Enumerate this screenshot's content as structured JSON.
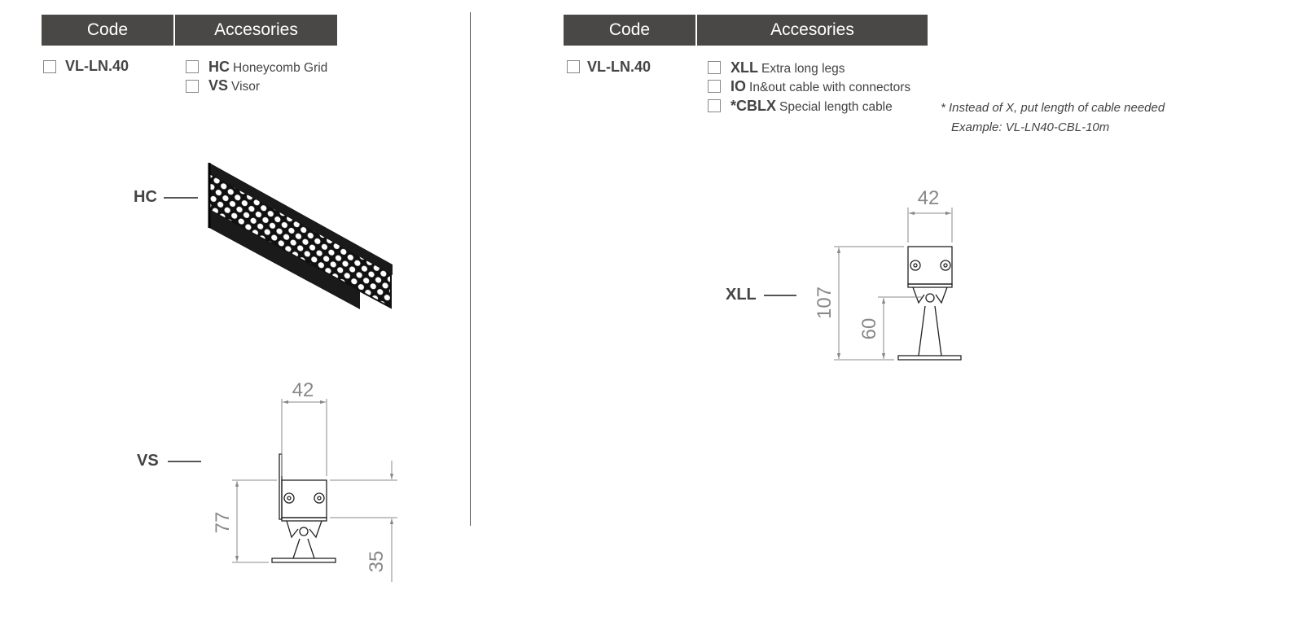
{
  "left": {
    "header": {
      "code": "Code",
      "accessories": "Accesories"
    },
    "code": "VL-LN.40",
    "accessories": [
      {
        "code": "HC",
        "label": "Honeycomb Grid"
      },
      {
        "code": "VS",
        "label": "Visor"
      }
    ],
    "figures": {
      "hc_label": "HC",
      "vs_label": "VS",
      "vs_dims": {
        "width": "42",
        "height": "77",
        "base": "35"
      }
    }
  },
  "right": {
    "header": {
      "code": "Code",
      "accessories": "Accesories"
    },
    "code": "VL-LN.40",
    "accessories": [
      {
        "code": "XLL",
        "label": "Extra long legs"
      },
      {
        "code": "IO",
        "label": "In&out cable with connectors"
      },
      {
        "code": "*CBLX",
        "label": "Special length cable"
      }
    ],
    "note": "* Instead of X, put length of cable needed",
    "example": "Example:  VL-LN40-CBL-10m",
    "figures": {
      "xll_label": "XLL",
      "xll_dims": {
        "width": "42",
        "height": "107",
        "leg": "60"
      }
    }
  }
}
